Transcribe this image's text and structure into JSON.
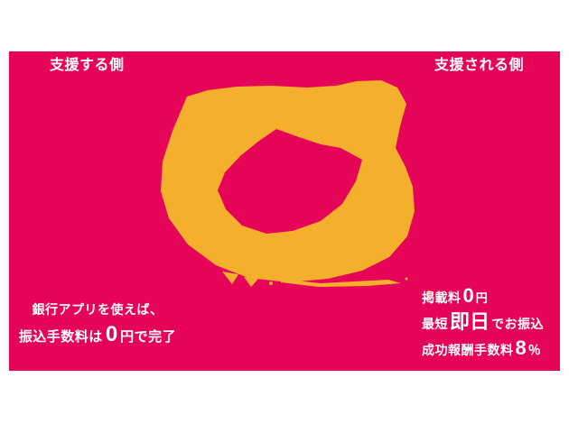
{
  "colors": {
    "background": "#ffffff",
    "panel": "#E50458",
    "accent": "#F4B02C",
    "text": "#ffffff"
  },
  "panel": {
    "top_left_label": "支援する側",
    "top_right_label": "支援される側"
  },
  "icon": {
    "name": "painted-circle",
    "color": "#F4B02C"
  },
  "supporter_note": {
    "line1": "銀行アプリを使えば、",
    "line2_prefix": "振込手数料は",
    "line2_big": "0",
    "line2_suffix": "円で完了"
  },
  "recipient_note": {
    "rows": [
      {
        "prefix": "掲載料",
        "big": "0",
        "suffix": "円"
      },
      {
        "prefix": "最短",
        "big": "即日",
        "suffix": "でお振込"
      },
      {
        "prefix": "成功報酬手数料",
        "big": "8",
        "suffix": "％"
      }
    ]
  }
}
